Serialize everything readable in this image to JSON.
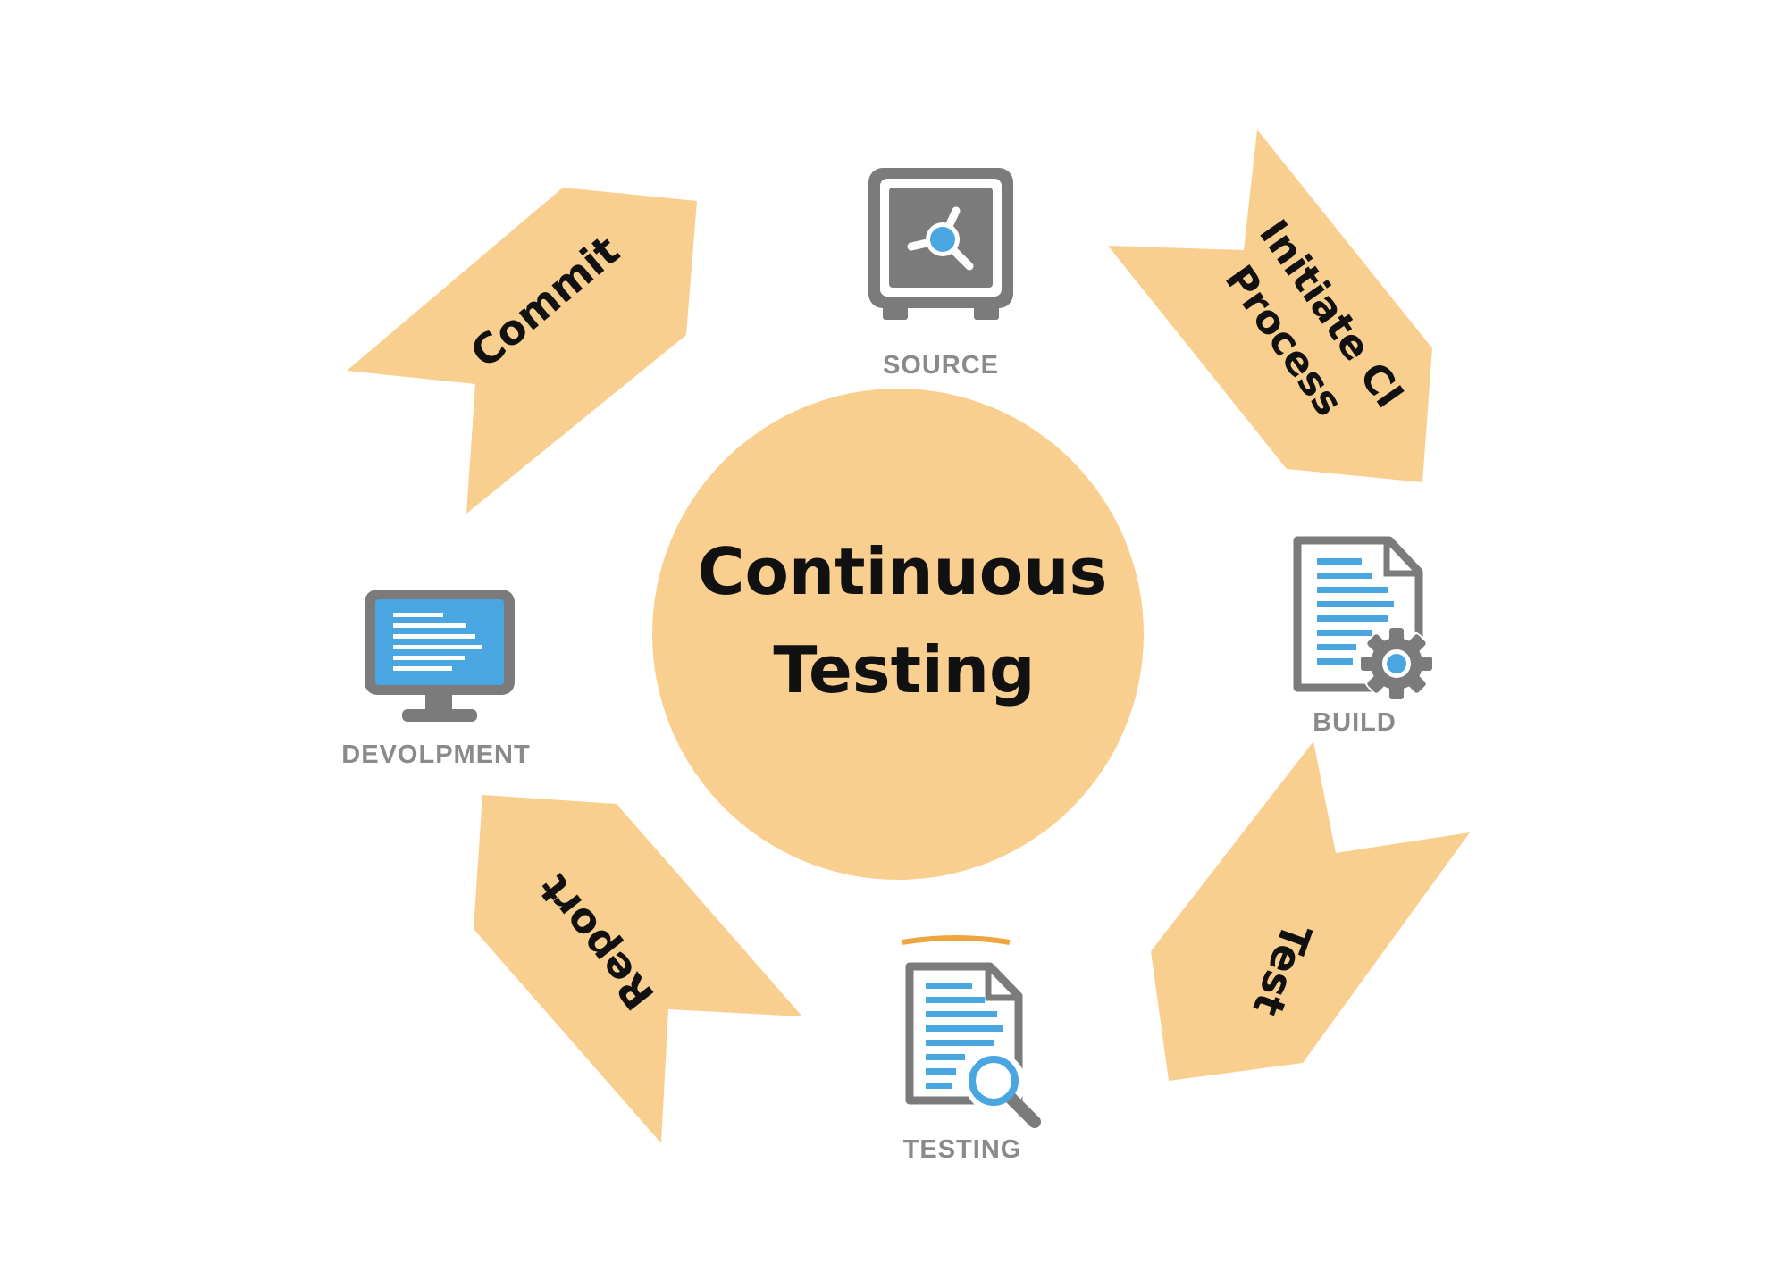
{
  "diagram": {
    "center": {
      "line1": "Continuous",
      "line2": "Testing"
    },
    "nodes": {
      "source": {
        "label": "SOURCE",
        "icon": "vault-icon"
      },
      "build": {
        "label": "BUILD",
        "icon": "document-gear-icon"
      },
      "testing": {
        "label": "TESTING",
        "icon": "document-search-icon"
      },
      "development": {
        "label": "DEVOLPMENT",
        "icon": "monitor-icon"
      }
    },
    "arrows": {
      "commit": "Commit",
      "initiate_line1": "Initiate CI",
      "initiate_line2": "Process",
      "test": "Test",
      "report": "Report"
    },
    "colors": {
      "accent": "#f9cf90",
      "icon_gray": "#7b7b7b",
      "icon_blue": "#4aa6e0",
      "label_gray": "#8a8a8a"
    }
  }
}
